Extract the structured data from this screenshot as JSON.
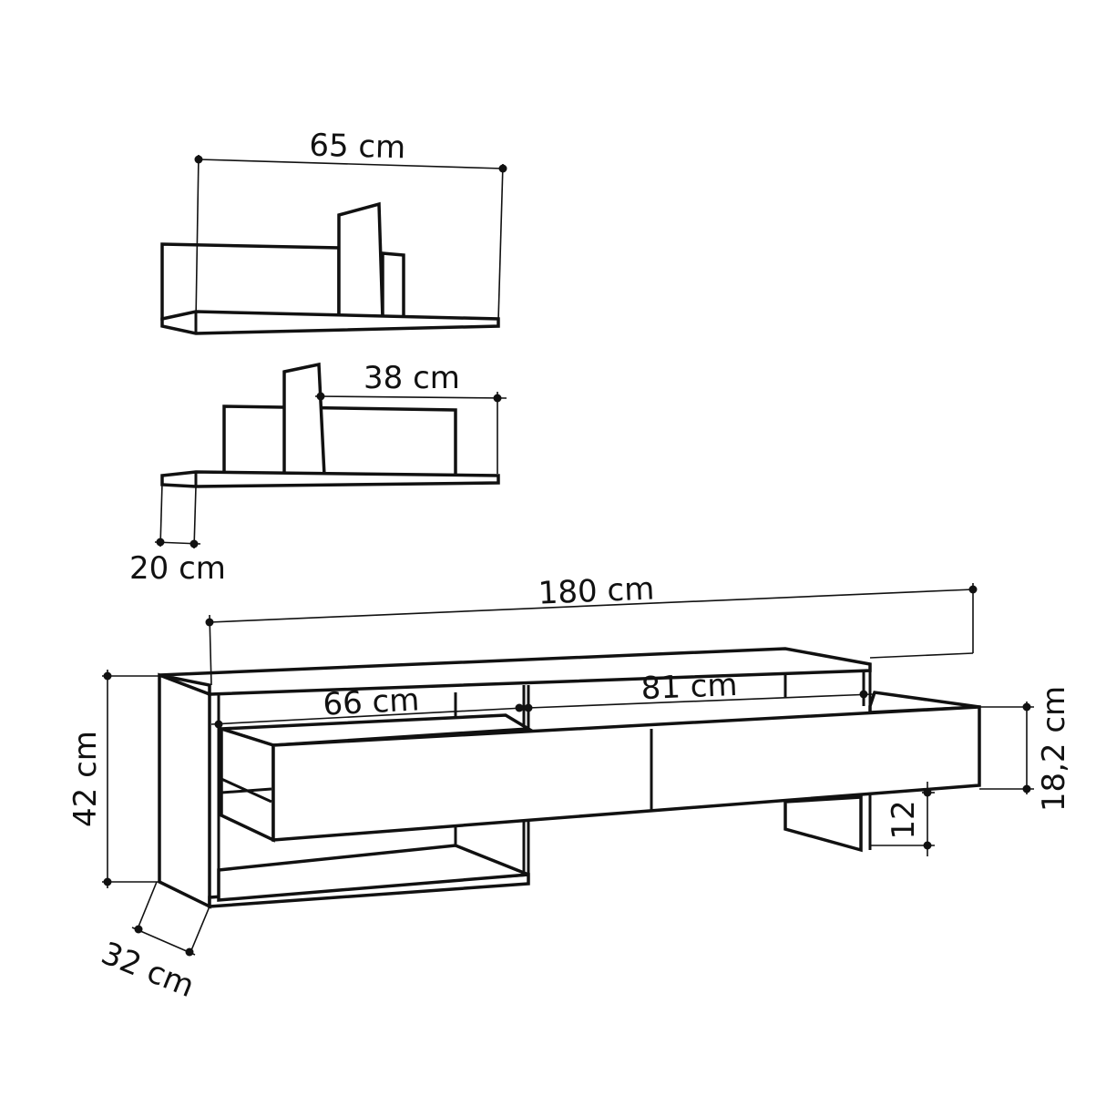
{
  "dimensions": {
    "wall_shelf_width": "65 cm",
    "small_shelf_width": "38 cm",
    "shelf_depth": "20 cm",
    "tv_unit_width": "180 cm",
    "left_compartment_width": "66 cm",
    "middle_compartment_width": "81 cm",
    "tv_unit_height": "42 cm",
    "drawer_height": "18,2 cm",
    "leg_height": "12",
    "tv_unit_depth": "32 cm"
  },
  "colors": {
    "line": "#111111",
    "background": "#ffffff"
  }
}
